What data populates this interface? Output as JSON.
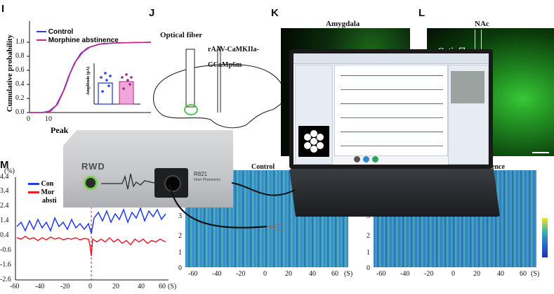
{
  "panels": {
    "I": {
      "label": "I",
      "legend": [
        "Control",
        "Morphine abstinence"
      ],
      "ylabel": "Cumulative probability",
      "yticks": [
        "1.0",
        "0.8",
        "0.6",
        "0.4",
        "0.2",
        "0.0"
      ],
      "xticks": [
        "0",
        "10"
      ],
      "xlabel": "Peak",
      "inset_ylabel": "Amplitude (pA)"
    },
    "J": {
      "label": "J",
      "fiber_label": "Optical fiber",
      "virus_line1": "rAAV-CaMKIIa-",
      "virus_line2": "GCaMp6m"
    },
    "K": {
      "label": "K",
      "title": "Amygdala"
    },
    "L": {
      "label": "L",
      "title": "NAc",
      "fiber_label": "Optic fiber"
    },
    "M": {
      "label": "M",
      "unit": "(%)",
      "yticks": [
        "4.4",
        "3.4",
        "2.4",
        "1.4",
        "0.4",
        "-0.6",
        "-1.6",
        "-2.6"
      ],
      "xticks": [
        "-60",
        "-40",
        "-20",
        "0",
        "20",
        "40",
        "60"
      ],
      "xunit": "(S)",
      "legend": [
        "Con",
        "Mor",
        "absti"
      ],
      "series_colors": [
        "#1f3cf0",
        "#e8202a"
      ]
    },
    "heat_left": {
      "title": "Control",
      "yticks": [
        "3",
        "2",
        "1",
        "0"
      ],
      "xticks": [
        "-60",
        "-40",
        "-20",
        "0",
        "20",
        "40",
        "60"
      ],
      "xunit": "(S)"
    },
    "heat_right": {
      "title": "ence",
      "yticks": [
        "3",
        "2",
        "1",
        "0"
      ],
      "xticks": [
        "-60",
        "-40",
        "-20",
        "0",
        "20",
        "40",
        "60"
      ],
      "xunit": "(S)"
    }
  },
  "device": {
    "brand": "RWD",
    "model": "R821",
    "subtitle": "Fiber Photometry"
  }
}
